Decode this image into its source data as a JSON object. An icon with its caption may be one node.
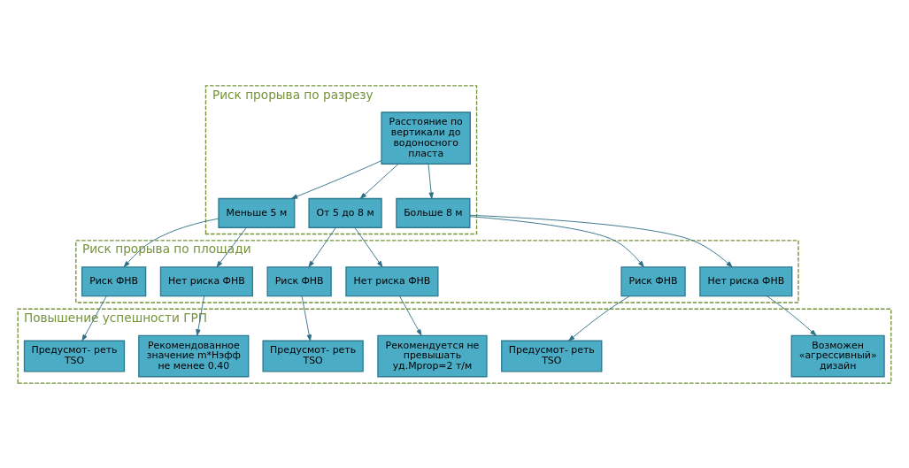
{
  "diagram": {
    "nodes": [
      {
        "text": [
          "Риск прорыва по разрезу"
        ]
      },
      {
        "text": [
          "Расстояние по вертикали до водоносного пласта"
        ],
        "in": 0
      },
      {
        "text": [
          "Меньше 5 м"
        ],
        "in": 0
      },
      {
        "text": [
          "От 5 до 8 м"
        ],
        "in": 0
      },
      {
        "text": [
          "Больше 8 м"
        ],
        "in": 0
      },
      {
        "text": [
          "Риск прорыва по площади"
        ]
      },
      {
        "text": [
          "Риск ФНВ"
        ],
        "in": 5
      },
      {
        "text": [
          "Нет риска ФНВ"
        ],
        "in": 5
      },
      {
        "text": [
          "Риск ФНВ"
        ],
        "in": 5
      },
      {
        "text": [
          "Нет риска ФНВ"
        ],
        "in": 5
      },
      {
        "text": [
          "Риск ФНВ"
        ],
        "in": 5
      },
      {
        "text": [
          "Нет риска ФНВ"
        ],
        "in": 5
      },
      {
        "text": [
          "Повышение успешности ГРП"
        ]
      },
      {
        "text": [
          "Предусмот- реть TSO"
        ],
        "in": 12
      },
      {
        "text": [
          "Предусмот- реть TSO"
        ],
        "in": 12
      },
      {
        "text": [
          "Предусмот- реть TSO"
        ],
        "in": 12
      },
      {
        "text": [
          "Рекомендованное значение m*Нэфф не менее 0.40"
        ],
        "in": 12
      },
      {
        "text": [
          "Рекомендуется не превышать уд.Mprop=2 т/м"
        ],
        "in": 12
      },
      {
        "text": [
          "Возможен «агрессивный» дизайн"
        ],
        "in": 12
      }
    ],
    "edges": [
      {
        "from": 1,
        "to": 2,
        "arrow": "to"
      },
      {
        "from": 1,
        "to": 3,
        "arrow": "to"
      },
      {
        "from": 1,
        "to": 4,
        "arrow": "to"
      },
      {
        "from": 2,
        "to": 6,
        "arrow": "to"
      },
      {
        "from": 2,
        "to": 7,
        "arrow": "to"
      },
      {
        "from": 3,
        "to": 8,
        "arrow": "to"
      },
      {
        "from": 3,
        "to": 9,
        "arrow": "to"
      },
      {
        "from": 4,
        "to": 10,
        "arrow": "to"
      },
      {
        "from": 4,
        "to": 11,
        "arrow": "to"
      },
      {
        "from": 6,
        "to": 13,
        "arrow": "to"
      },
      {
        "from": 7,
        "to": 16,
        "arrow": "to"
      },
      {
        "from": 8,
        "to": 14,
        "arrow": "to"
      },
      {
        "from": 9,
        "to": 17,
        "arrow": "to"
      },
      {
        "from": 10,
        "to": 15,
        "arrow": "to"
      },
      {
        "from": 11,
        "to": 18,
        "arrow": "to"
      }
    ]
  }
}
